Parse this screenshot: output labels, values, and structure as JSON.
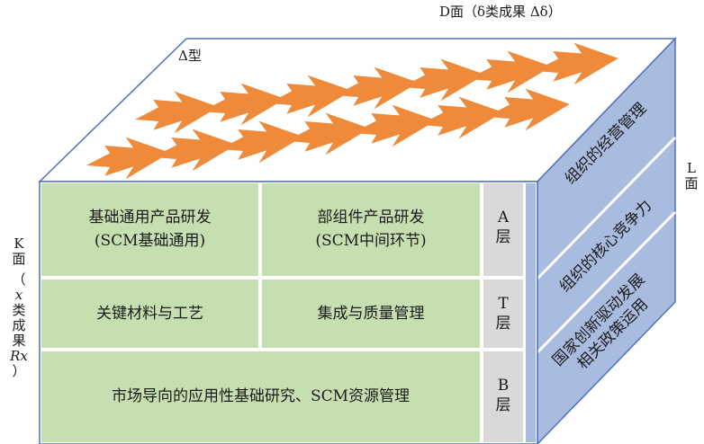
{
  "top_label": "D面（δ类成果 Δδ）",
  "top_face_label": "Δ型",
  "left_axis": {
    "k": "K",
    "mian": "面",
    "paren_open": "（",
    "x": "x",
    "lei": "类",
    "cheng": "成",
    "guo": "果",
    "r": "Rx",
    "paren_close": "）"
  },
  "right_axis": {
    "l": "L",
    "mian": "面"
  },
  "cells": {
    "r1c1_line1": "基础通用产品研发",
    "r1c1_line2": "(SCM基础通用)",
    "r1c2_line1": "部组件产品研发",
    "r1c2_line2": "(SCM中间环节)",
    "r2c1": "关键材料与工艺",
    "r2c2": "集成与质量管理",
    "r3": "市场导向的应用性基础研究、SCM资源管理"
  },
  "layers": {
    "a_letter": "A",
    "a_ceng": "层",
    "t_letter": "T",
    "t_ceng": "层",
    "b_letter": "B",
    "b_ceng": "层"
  },
  "side_face": {
    "item1": "组织的经营管理",
    "item2": "组织的核心竞争力",
    "item3_line1": "国家创新驱动发展",
    "item3_line2": "相关政策运用"
  },
  "colors": {
    "front_cell": "#c6dfb0",
    "layer_column": "#d9d9d9",
    "side_face": "#a9bce0",
    "border": "#4e71be",
    "arrow": "#ef8a3a"
  }
}
